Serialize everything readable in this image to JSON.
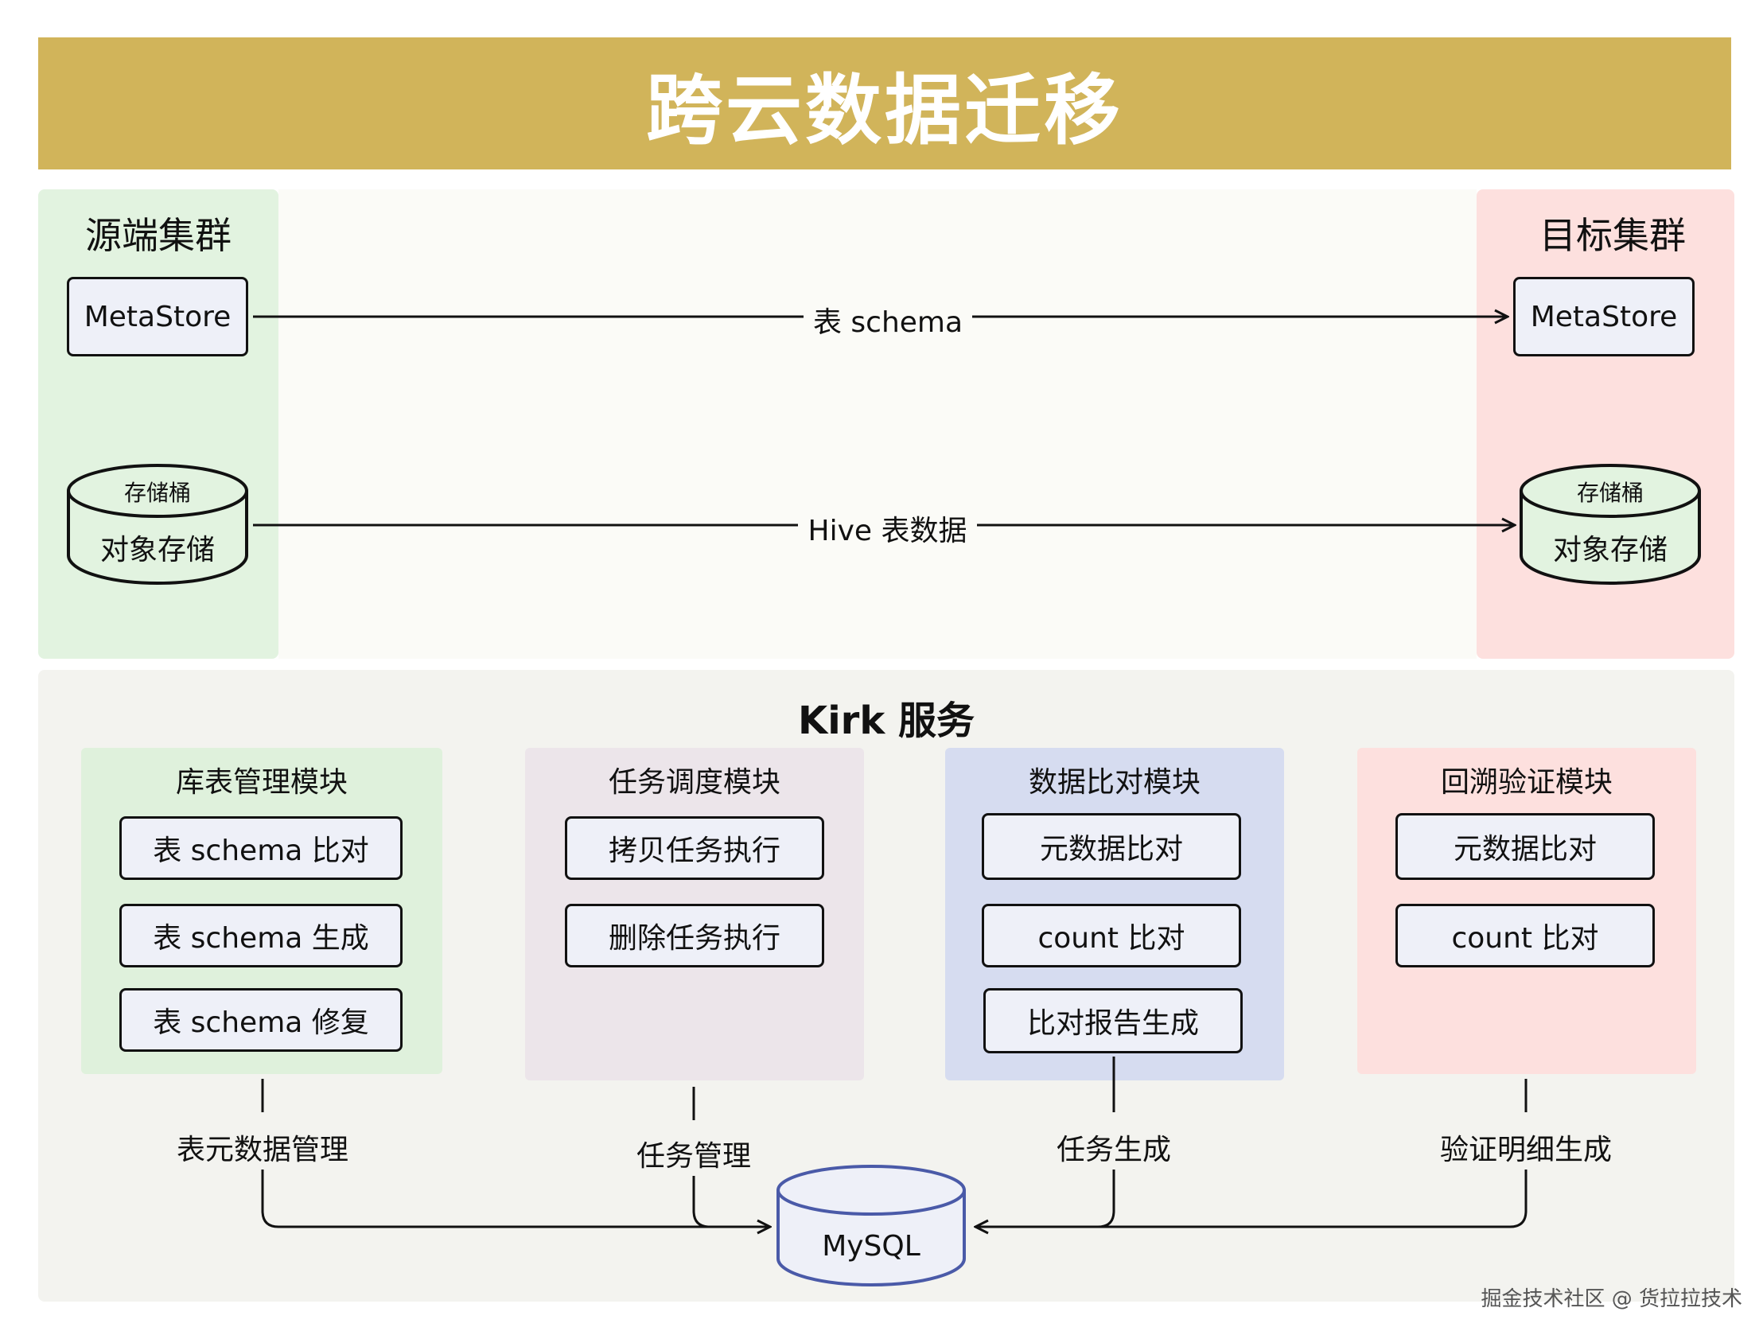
{
  "title": "跨云数据迁移",
  "source_cluster": {
    "title": "源端集群",
    "metastore": "MetaStore",
    "bucket_label": "存储桶",
    "object_storage": "对象存储"
  },
  "target_cluster": {
    "title": "目标集群",
    "metastore": "MetaStore",
    "bucket_label": "存储桶",
    "object_storage": "对象存储"
  },
  "edges": {
    "schema": "表 schema",
    "hive_data": "Hive 表数据",
    "table_metadata_mgmt": "表元数据管理",
    "task_mgmt": "任务管理",
    "task_gen": "任务生成",
    "verify_detail_gen": "验证明细生成"
  },
  "kirk": {
    "title": "Kirk 服务",
    "modules": [
      {
        "title": "库表管理模块",
        "items": [
          "表 schema 比对",
          "表 schema 生成",
          "表 schema 修复"
        ]
      },
      {
        "title": "任务调度模块",
        "items": [
          "拷贝任务执行",
          "删除任务执行"
        ]
      },
      {
        "title": "数据比对模块",
        "items": [
          "元数据比对",
          "count 比对",
          "比对报告生成"
        ]
      },
      {
        "title": "回溯验证模块",
        "items": [
          "元数据比对",
          "count 比对"
        ]
      }
    ],
    "database": "MySQL"
  },
  "watermark": "掘金技术社区 @ 货拉拉技术",
  "colors": {
    "banner": "#d1b45a",
    "source_cluster": "#e2f3e0",
    "target_cluster": "#fde0de",
    "kirk_panel": "#f3f3ef",
    "node_fill": "#eef0f8",
    "module_table": "#dff1dc",
    "module_task": "#ece5ea",
    "module_compare": "#d6dcf0",
    "module_backtrack": "#fde0de",
    "mysql_stroke": "#4a5aa8"
  }
}
